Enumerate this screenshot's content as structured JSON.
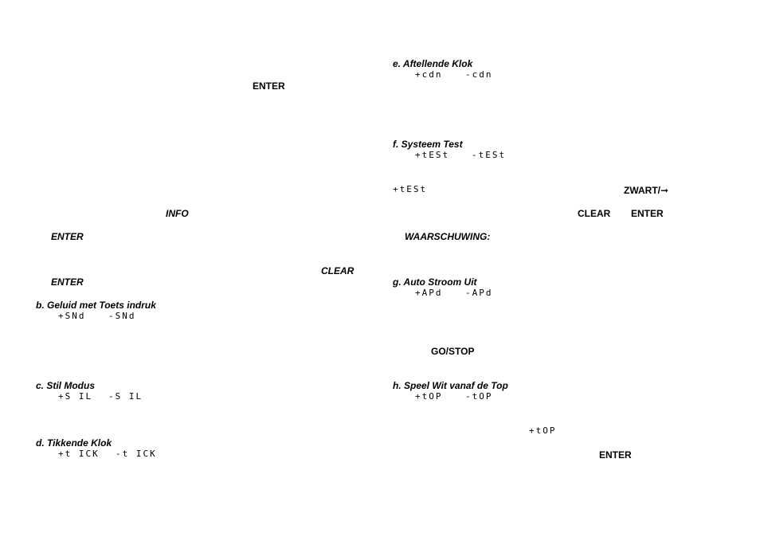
{
  "left_column": {
    "enter_1": "ENTER",
    "info": "INFO",
    "enter_2": "ENTER",
    "clear": "CLEAR",
    "enter_3": "ENTER",
    "b_heading": "b. Geluid met Toets indruk",
    "b_on": "+SNd",
    "b_off": "-SNd",
    "c_heading": "c. Stil Modus",
    "c_on": "+S IL",
    "c_off": "-S IL",
    "d_heading": "d. Tikkende Klok",
    "d_on": "+t ICK",
    "d_off": "-t ICK"
  },
  "right_column": {
    "e_heading": "e. Aftellende Klok",
    "e_on": "+cdn",
    "e_off": "-cdn",
    "f_heading": "f. Systeem Test",
    "f_on": "+tESt",
    "f_off": "-tESt",
    "f_display": "+tESt",
    "zwart": "ZWART/➞",
    "clear": "CLEAR",
    "enter_1": "ENTER",
    "warning": "WAARSCHUWING:",
    "g_heading": "g. Auto Stroom Uit",
    "g_on": "+APd",
    "g_off": "-APd",
    "gostop": "GO/STOP",
    "h_heading": "h. Speel Wit vanaf de Top",
    "h_on": "+tOP",
    "h_off": "-tOP",
    "h_display": "+tOP",
    "enter_2": "ENTER"
  }
}
